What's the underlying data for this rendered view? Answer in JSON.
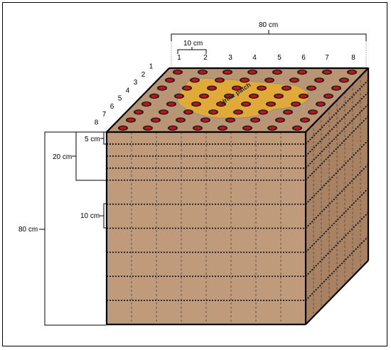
{
  "diagram": {
    "top_width_label": "80 cm",
    "column_spacing_label": "10 cm",
    "column_numbers": [
      "1",
      "2",
      "3",
      "4",
      "5",
      "6",
      "7",
      "8"
    ],
    "row_numbers": [
      "1",
      "2",
      "3",
      "4",
      "5",
      "6",
      "7",
      "8"
    ],
    "depth_label": "80 cm",
    "thin_layer_label": "5 cm",
    "top_block_label": "20 cm",
    "layer_label": "10 cm",
    "patch_label": "Urine  patch",
    "grid": {
      "columns": 8,
      "rows": 8,
      "top_layers_5cm": 4,
      "layers_10cm": 6
    },
    "colors": {
      "soil": "#bf9b7c",
      "top_surface": "#b89575",
      "side_face": "#a88262",
      "patch": "#e8ad2e",
      "hole_outer": "#1a1a1a",
      "hole_inner": "#c0141a"
    }
  }
}
